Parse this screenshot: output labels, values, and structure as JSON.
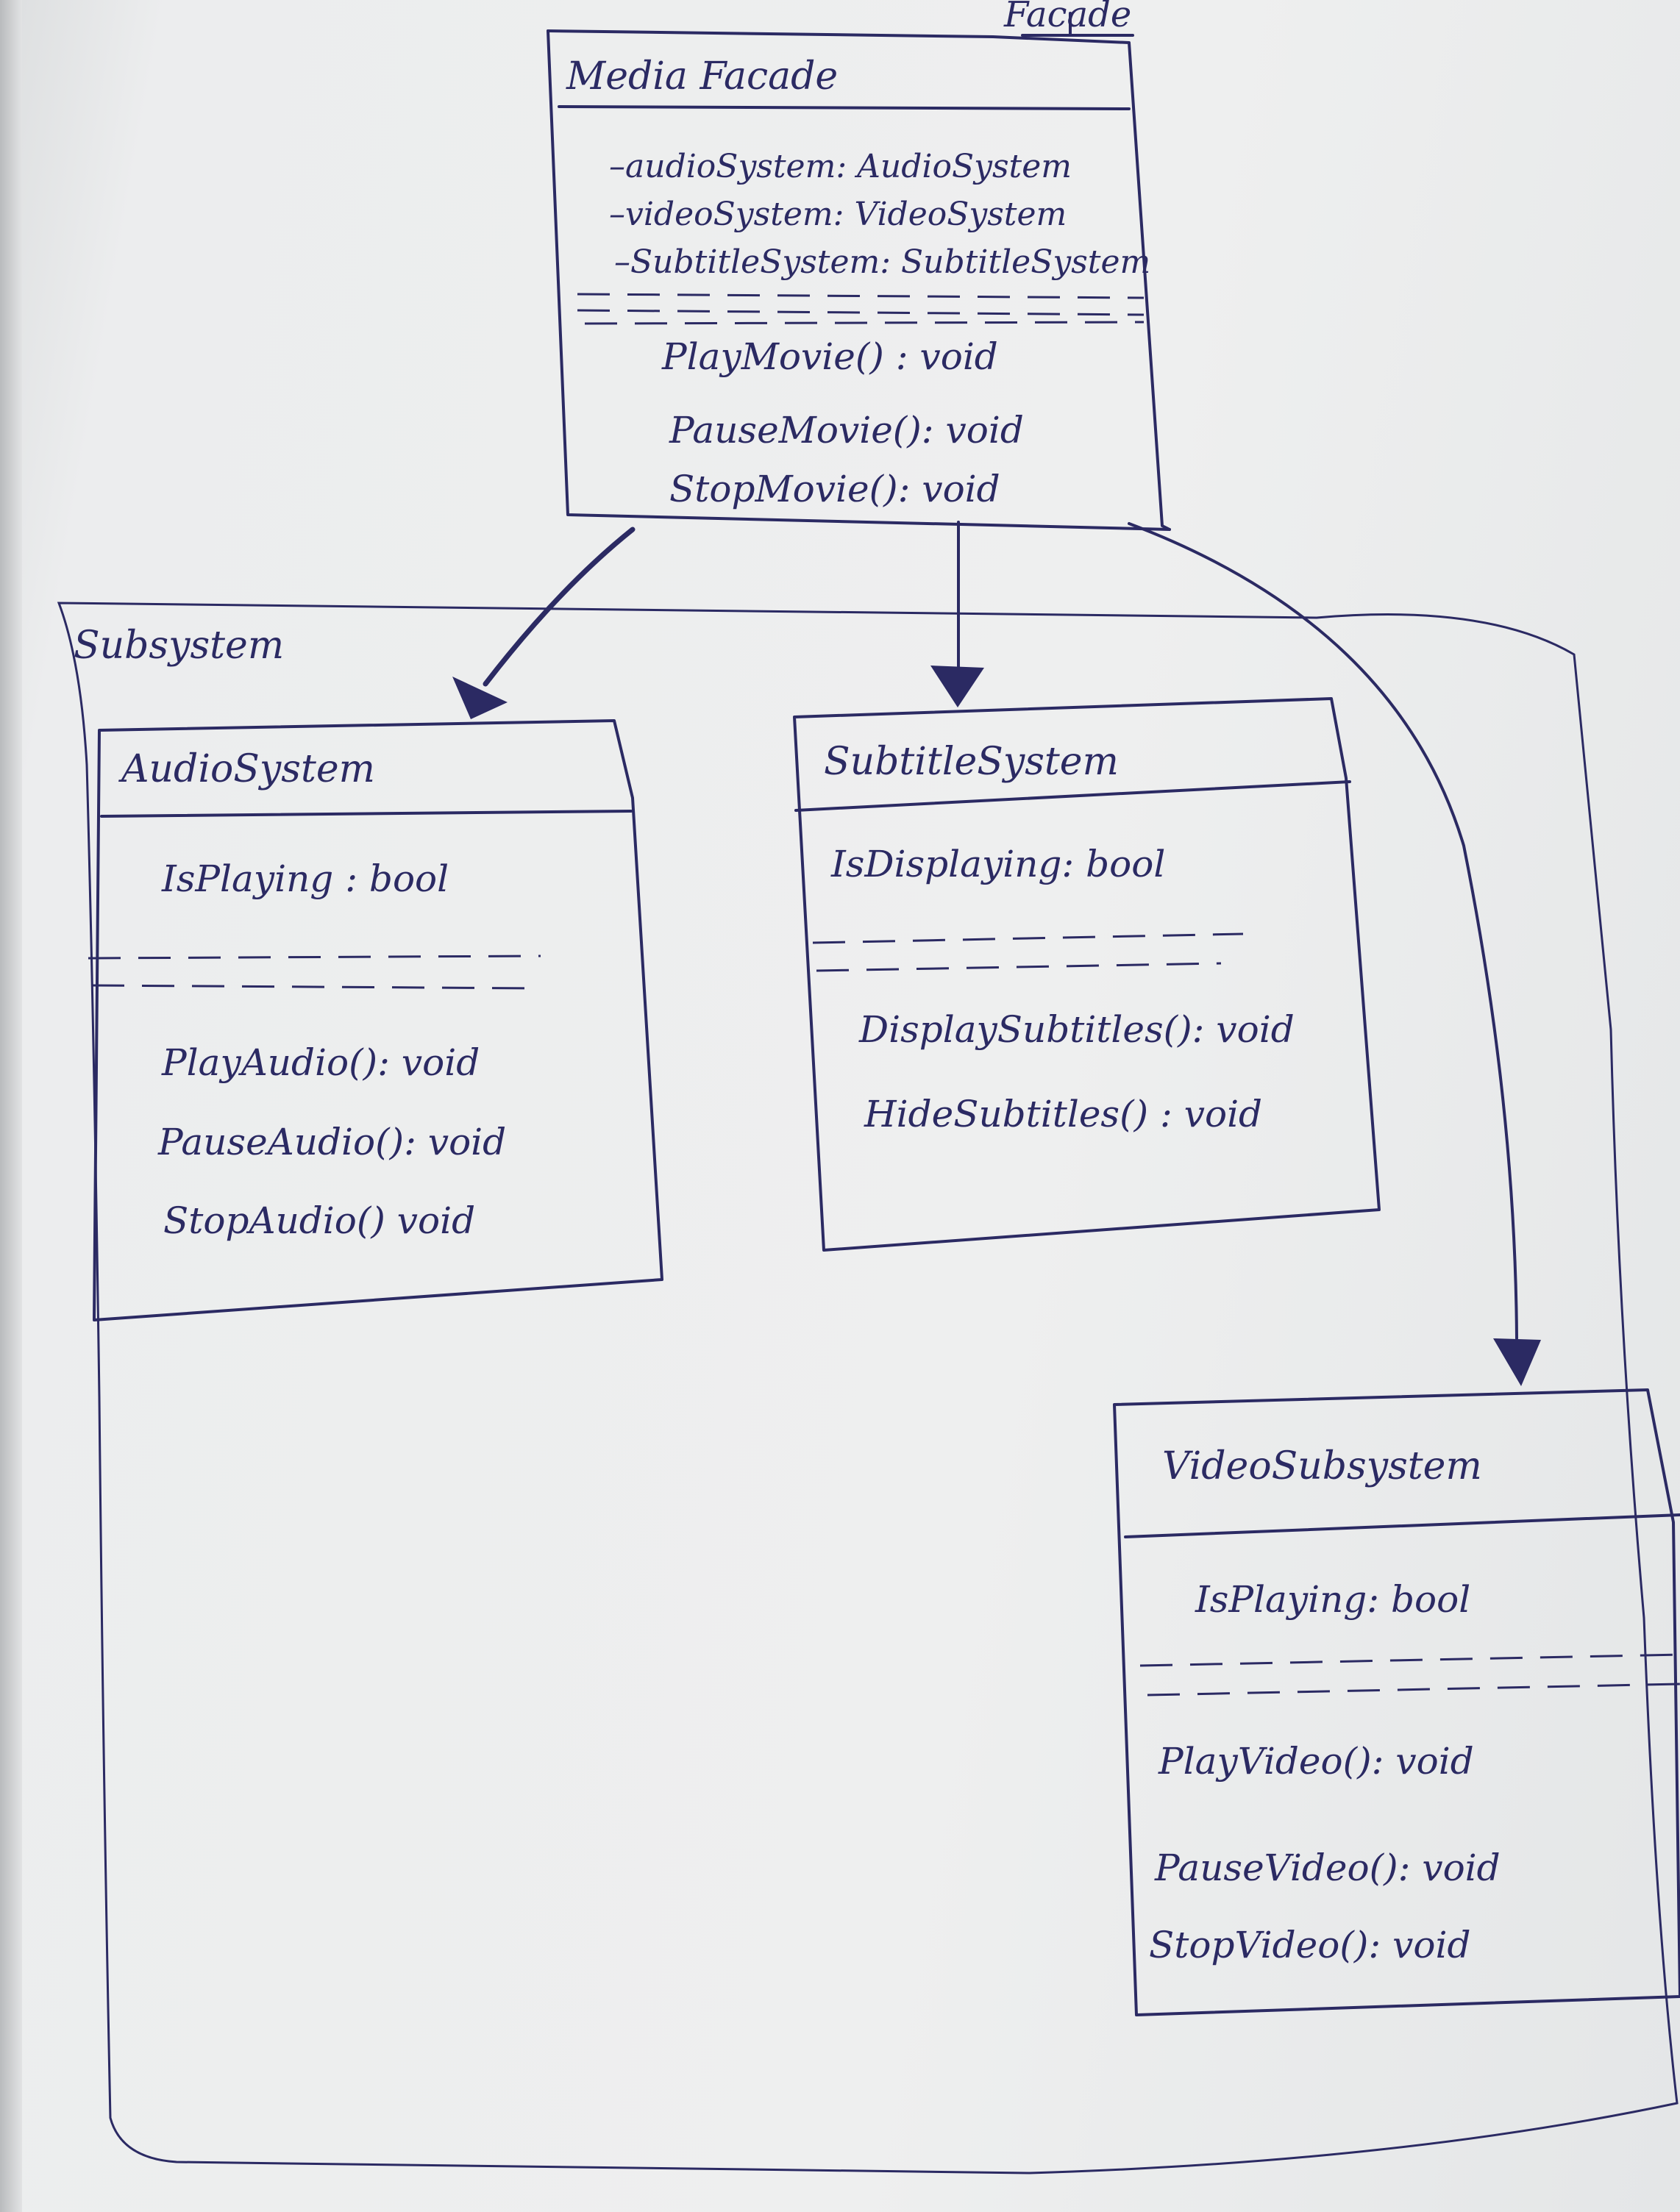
{
  "diagram": {
    "stereotype": "Facade",
    "group_label": "Subsystem",
    "facade_class": {
      "name": "Media Facade",
      "attributes": [
        "–audioSystem: AudioSystem",
        "–videoSystem: VideoSystem",
        "–SubtitleSystem: SubtitleSystem"
      ],
      "methods": [
        "PlayMovie() : void",
        "PauseMovie(): void",
        "StopMovie(): void"
      ]
    },
    "audio_class": {
      "name": "AudioSystem",
      "attributes": [
        "IsPlaying : bool"
      ],
      "methods": [
        "PlayAudio(): void",
        "PauseAudio(): void",
        "StopAudio() void"
      ]
    },
    "subtitle_class": {
      "name": "SubtitleSystem",
      "attributes": [
        "IsDisplaying: bool"
      ],
      "methods": [
        "DisplaySubtitles(): void",
        "HideSubtitles() : void"
      ]
    },
    "video_class": {
      "name": "VideoSubsystem",
      "attributes": [
        "IsPlaying: bool"
      ],
      "methods": [
        "PlayVideo(): void",
        "PauseVideo(): void",
        "StopVideo(): void"
      ]
    },
    "ink_color": "#2b2a63"
  }
}
